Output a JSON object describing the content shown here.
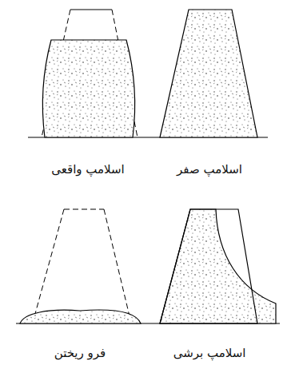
{
  "diagram": {
    "labels": [
      "اسلامپ صفر",
      "اسلامپ واقعی",
      "اسلامپ برشی",
      "فرو ریختن"
    ]
  }
}
